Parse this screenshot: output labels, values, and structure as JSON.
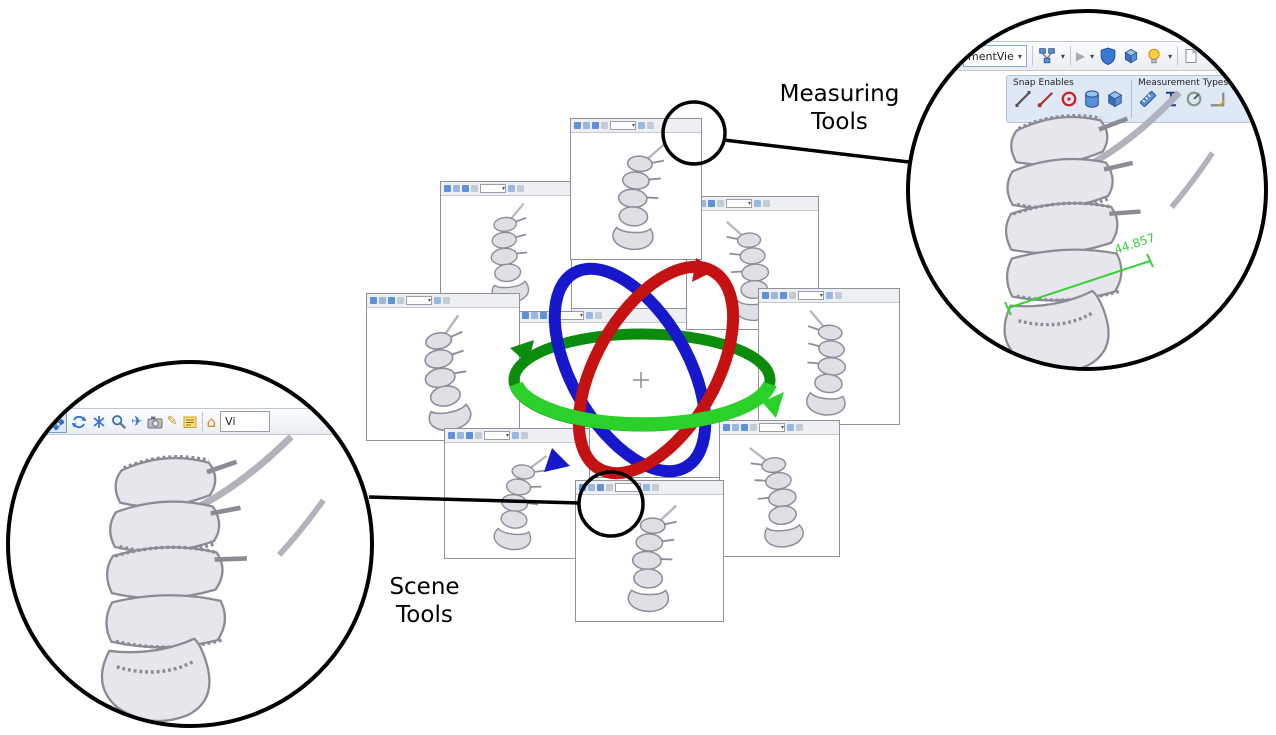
{
  "annotations": {
    "measuring_label_line1": "Measuring",
    "measuring_label_line2": "Tools",
    "scene_label_line1": "Scene",
    "scene_label_line2": "Tools"
  },
  "glyphs": {
    "caret": "▾",
    "play": "▶",
    "fly": "✈",
    "draw": "✎",
    "home": "⌂"
  },
  "measuring_callout": {
    "app_toolbar": {
      "view_dropdown_value": "mentVie",
      "icons": [
        "scene-tree-icon",
        "play-icon",
        "shield-icon",
        "cube-icon",
        "render-mode-icon",
        "new-document-icon"
      ]
    },
    "panel": {
      "snap_group_label": "Snap Enables",
      "snap_icons": [
        "edge-snap-icon",
        "line-snap-icon",
        "circle-snap-icon",
        "cylinder-snap-icon",
        "box-snap-icon"
      ],
      "types_group_label": "Measurement Types",
      "type_icons": [
        "distance-measure-icon",
        "height-measure-icon",
        "radius-measure-icon",
        "angle-measure-icon"
      ]
    },
    "measurement_value": "44.857"
  },
  "scene_callout": {
    "toolbar": {
      "view_dropdown_value": "Vi",
      "icons": [
        "move-icon",
        "orbit-icon",
        "spin-icon",
        "zoom-icon",
        "fly-icon",
        "snapshot-icon",
        "draw-icon",
        "note-icon",
        "home-icon"
      ]
    }
  },
  "colors": {
    "measure_green": "#38d038",
    "gizmo_red": "#c41212",
    "gizmo_green_front": "#2bd02b",
    "gizmo_green_back": "#0c8c0c",
    "gizmo_blue": "#1717cc",
    "icon_blue": "#2f6fd0"
  },
  "scene": {
    "viewer_window_count": 9,
    "viewer_content": "spine-3d-view"
  }
}
